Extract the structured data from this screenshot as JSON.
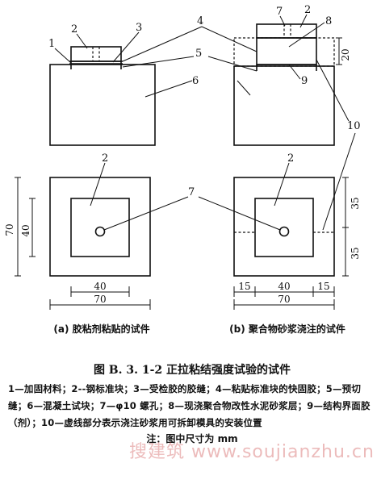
{
  "labels": {
    "n1": "1",
    "n2": "2",
    "n3": "3",
    "n4": "4",
    "n5": "5",
    "n6": "6",
    "n7": "7",
    "n8": "8",
    "n9": "9",
    "n10": "10"
  },
  "dims": {
    "d20": "20",
    "d70": "70",
    "d40": "40",
    "d35": "35",
    "d15": "15"
  },
  "subcaptions": {
    "a": "(a) 胶粘剂粘贴的试件",
    "b": "(b) 聚合物砂浆浇注的试件"
  },
  "caption": {
    "title": "图 B. 3. 1-2   正拉粘结强度试验的试件",
    "legend": "1—加固材料；2--钢标准块；3—受检胶的胶缝；4—粘贴标准块的快固胶；5—预切缝；6—混凝土试块；7—φ10 螺孔；8—现浇聚合物改性水泥砂浆层；9—结构界面胶（剂）；10—虚线部分表示浇注砂浆用可拆卸模具的安装位置",
    "note": "注：图中尺寸为 mm"
  },
  "watermark": "搜建筑 www.soujianzhu.cn"
}
